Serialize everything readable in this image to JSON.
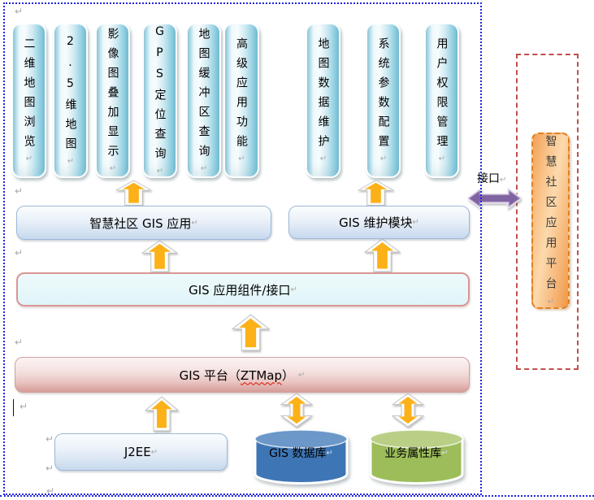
{
  "marks": {
    "enter": "↵"
  },
  "colors": {
    "arrow_body": "#FDFDFD",
    "arrow_orange": "#FBB117",
    "purple_arrow": "#8064A2",
    "canvas_border": "#2323DD",
    "external_border": "#C0504D",
    "gis_db_body": "#3E76B5",
    "gis_db_top": "#6B97C9",
    "biz_db_body": "#9CBD5A",
    "biz_db_top": "#B9CF85"
  },
  "pills": [
    {
      "label": "二维地图浏览"
    },
    {
      "label": "2.5维地图"
    },
    {
      "label": "影像图叠加显示"
    },
    {
      "label": "GPS定位查询"
    },
    {
      "label": "地图缓冲区查询"
    },
    {
      "label": "高级应用功能"
    },
    {
      "label": "地图数据维护"
    },
    {
      "label": "系统参数配置"
    },
    {
      "label": "用户权限管理"
    }
  ],
  "boxes": {
    "smart_app": {
      "label": "智慧社区 GIS 应用"
    },
    "maintenance": {
      "label": "GIS 维护模块"
    },
    "components": {
      "label": "GIS 应用组件/接口"
    },
    "platform": {
      "prefix": "GIS 平台（",
      "product": "ZTMap",
      "suffix": "）"
    },
    "j2ee": {
      "label": "J2EE"
    }
  },
  "databases": [
    {
      "label": "GIS 数据库"
    },
    {
      "label": "业务属性库"
    }
  ],
  "external": {
    "interface_label": "接口",
    "platform_label": "智慧社区应用平台"
  }
}
